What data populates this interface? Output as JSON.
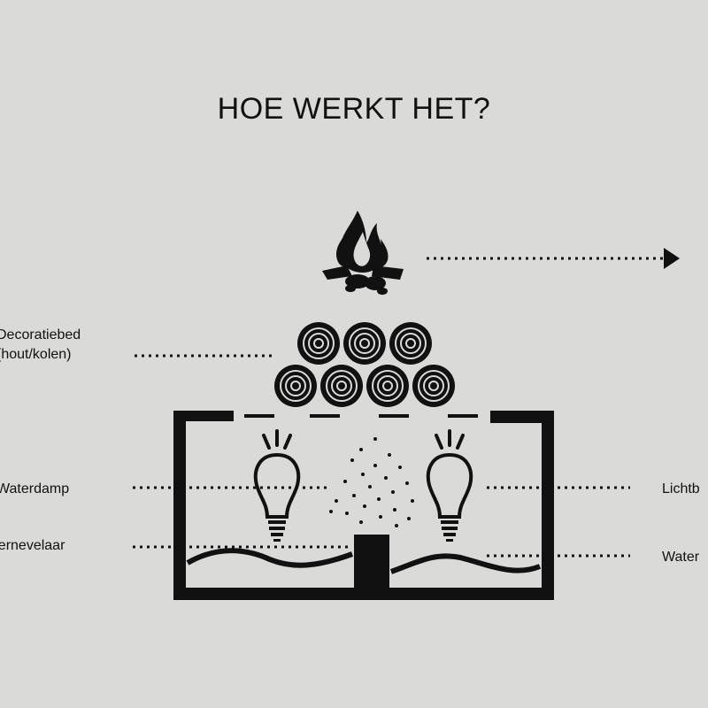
{
  "title": "HOE WERKT HET?",
  "labels": {
    "decoration_line1": "Decoratiebed",
    "decoration_line2": "(hout/kolen)",
    "water_vapour": "Waterdamp",
    "atomizer": "Vernevelaar",
    "light_bulb": "Lichtb",
    "water": "Water"
  },
  "colors": {
    "background": "#dadad8",
    "ink": "#111111"
  }
}
